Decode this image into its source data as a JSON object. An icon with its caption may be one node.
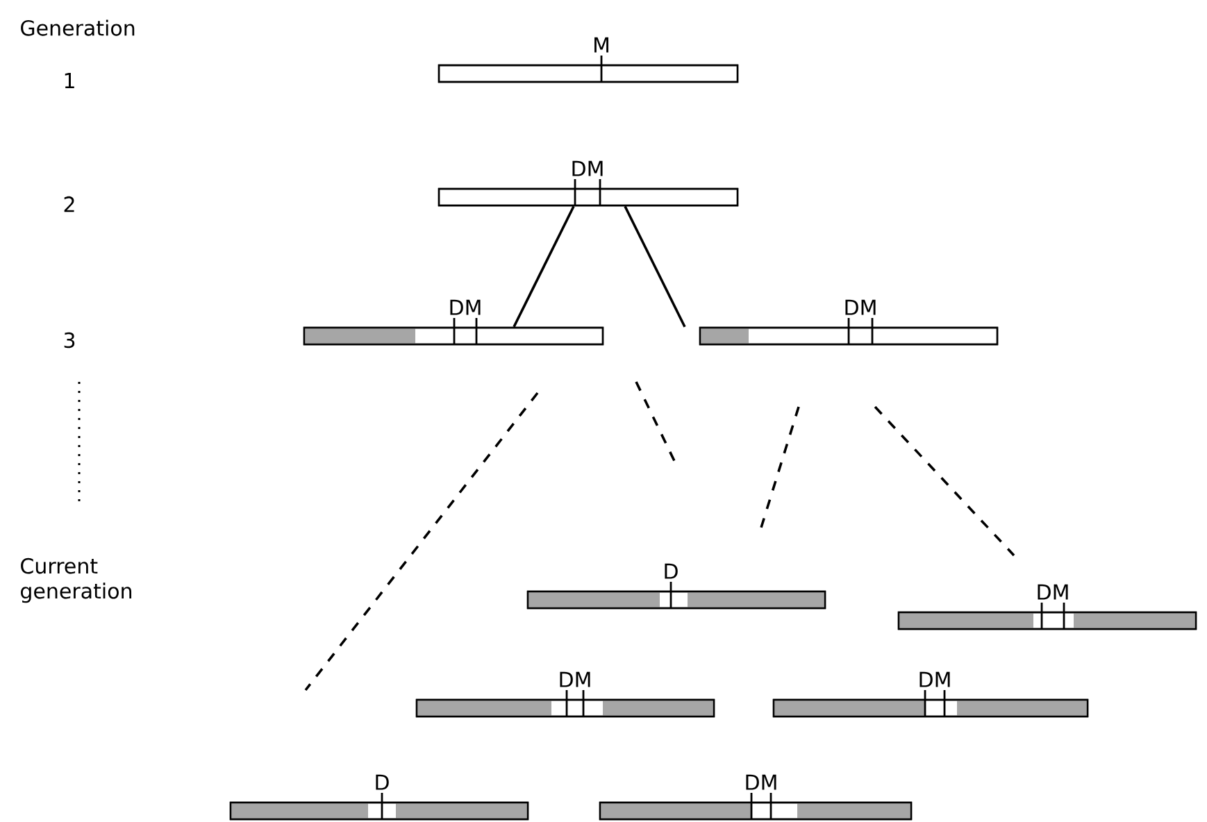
{
  "diagram": {
    "nodes": [
      {
        "text": [
          "M"
        ]
      },
      {
        "text": [
          "DM"
        ]
      },
      {
        "text": [
          "DM"
        ]
      },
      {
        "text": [
          "DM"
        ]
      },
      {
        "text": [
          "D"
        ]
      },
      {
        "text": [
          "DM"
        ]
      },
      {
        "text": [
          "DM"
        ]
      },
      {
        "text": [
          "DM"
        ]
      },
      {
        "text": [
          "D"
        ]
      },
      {
        "text": [
          "DM"
        ]
      }
    ],
    "edges": [
      {
        "from": 1,
        "to": 2,
        "arrow": "none"
      },
      {
        "from": 1,
        "to": 3,
        "arrow": "none"
      }
    ],
    "labels": [
      "Generation",
      "1",
      "2",
      "3",
      "Current generation"
    ]
  }
}
